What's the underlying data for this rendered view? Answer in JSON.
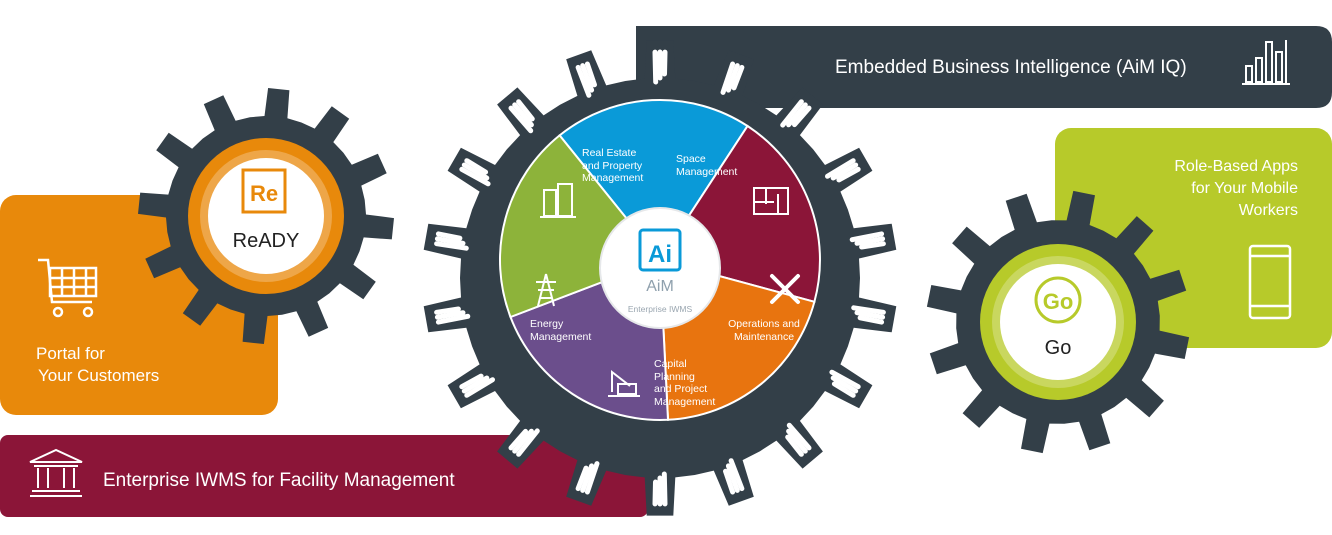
{
  "bi_banner": {
    "label": "Embedded Business Intelligence (AiM IQ)",
    "icon": "bar-chart-icon"
  },
  "portal": {
    "lines": [
      "Portal for",
      "Your Customers"
    ],
    "icon": "shopping-cart-icon",
    "color": "#E8890B"
  },
  "iwms_banner": {
    "label": "Enterprise IWMS for Facility Management",
    "icon": "building-columns-icon",
    "color": "#8B1538"
  },
  "mobile": {
    "lines": [
      "Role-Based Apps",
      "for Your Mobile",
      "Workers"
    ],
    "icon": "tablet-icon",
    "color": "#B7CA2A"
  },
  "ready": {
    "badge": "Re",
    "name": "ReADY",
    "color": "#E8890B"
  },
  "go": {
    "badge": "Go",
    "name": "Go",
    "color": "#B7CA2A"
  },
  "aim": {
    "badge": "Ai",
    "name": "AiM",
    "subtitle": "Enterprise IWMS"
  },
  "segments": [
    {
      "lines": [
        "Real Estate",
        "and Property",
        "Management"
      ],
      "color": "#0A9AD8",
      "icon": "buildings-icon"
    },
    {
      "lines": [
        "Space",
        "Management"
      ],
      "color": "#8B1538",
      "icon": "floor-plan-icon"
    },
    {
      "lines": [
        "Operations and",
        "Maintenance"
      ],
      "color": "#E8740F",
      "icon": "tools-icon"
    },
    {
      "lines": [
        "Capital",
        "Planning",
        "and Project",
        "Management"
      ],
      "color": "#6B4E8C",
      "icon": "crane-icon"
    },
    {
      "lines": [
        "Energy",
        "Management"
      ],
      "color": "#8DB33A",
      "icon": "power-tower-icon"
    }
  ],
  "gear_color": "#333F48"
}
